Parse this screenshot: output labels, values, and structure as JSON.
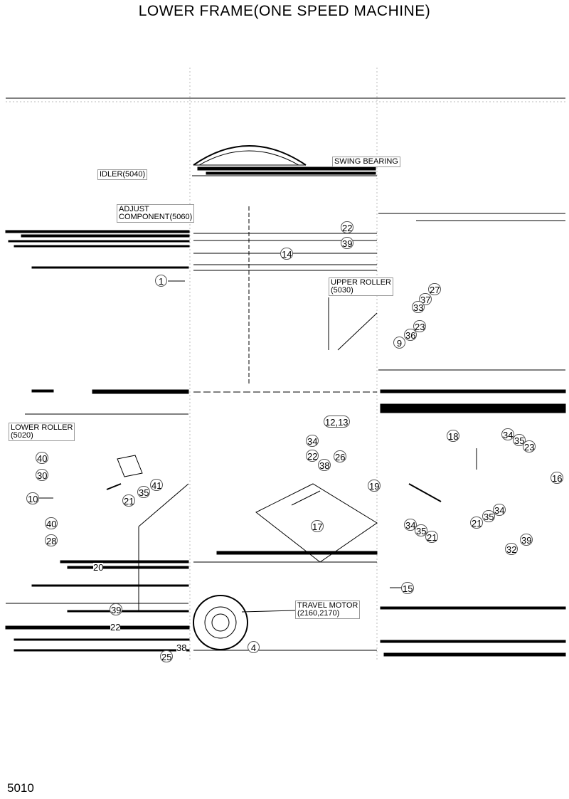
{
  "title": "LOWER FRAME(ONE SPEED MACHINE)",
  "page_number": "5010",
  "labels": {
    "swing_bearing": "SWING BEARING",
    "idler": "IDLER(5040)",
    "adjust": "ADJUST\nCOMPONENT(5060)",
    "upper_roller": "UPPER ROLLER\n(5030)",
    "lower_roller": "LOWER ROLLER\n(5020)",
    "travel_motor": "TRAVEL MOTOR\n(2160,2170)"
  },
  "callouts": {
    "c22a": "22",
    "c39a": "39",
    "c14": "14",
    "c1": "1",
    "c27": "27",
    "c37": "37",
    "c33": "33",
    "c23a": "23",
    "c36": "36",
    "c9": "9",
    "c1213": "12,13",
    "c34a": "34",
    "c22b": "22",
    "c26": "26",
    "c38a": "38",
    "c18": "18",
    "c34b": "34",
    "c35a": "35",
    "c23b": "23",
    "c16": "16",
    "c40a": "40",
    "c30": "30",
    "c41": "41",
    "c35b": "35",
    "c21a": "21",
    "c10": "10",
    "c40b": "40",
    "c28": "28",
    "c19": "19",
    "c17": "17",
    "c34c": "34",
    "c35c": "35",
    "c21b": "21",
    "c21c": "21",
    "c35d": "35",
    "c34d": "34",
    "c32": "32",
    "c39b": "39",
    "c20": "20",
    "c15": "15",
    "c39c": "39",
    "c22c": "22",
    "c38b": "38",
    "c25": "25",
    "c4": "4"
  }
}
